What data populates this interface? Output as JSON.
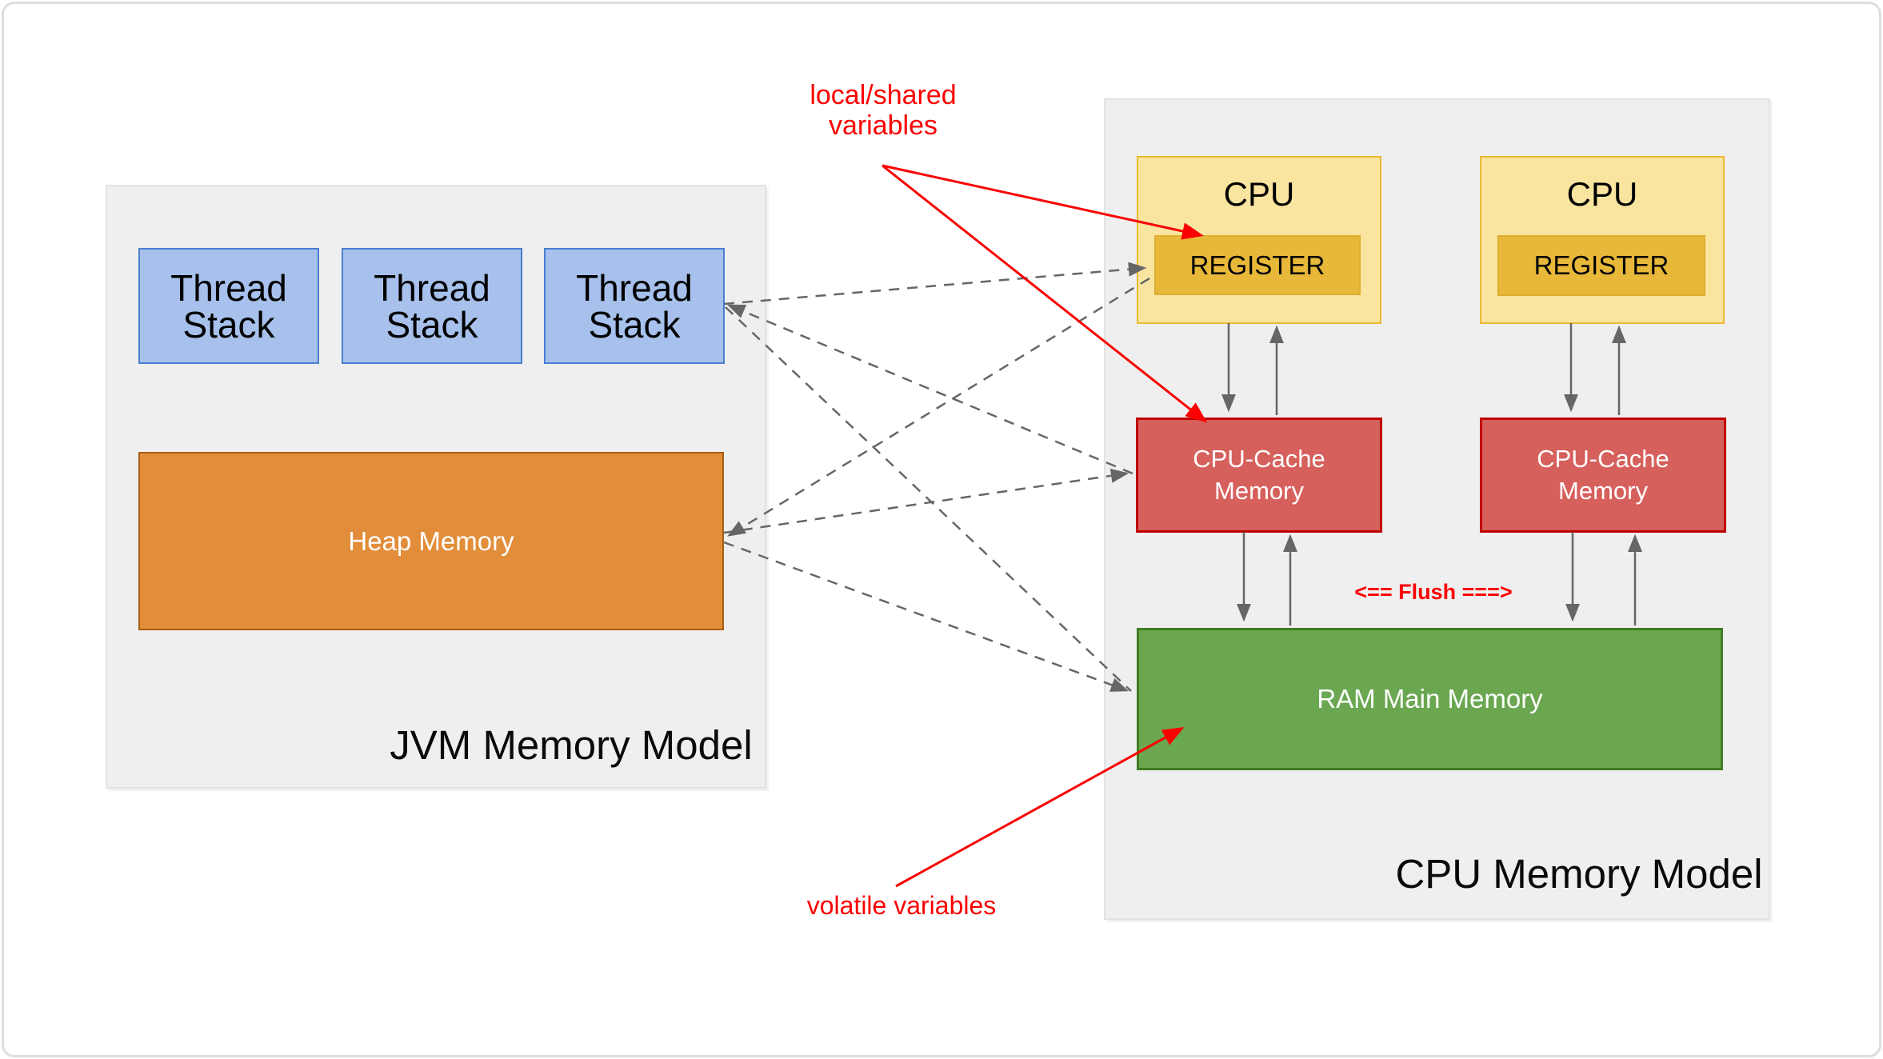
{
  "jvm_panel": {
    "title": "JVM Memory Model",
    "thread_stacks": [
      {
        "label": "Thread Stack"
      },
      {
        "label": "Thread Stack"
      },
      {
        "label": "Thread Stack"
      }
    ],
    "heap_label": "Heap Memory"
  },
  "cpu_panel": {
    "title": "CPU Memory Model",
    "cpus": [
      {
        "label": "CPU",
        "register_label": "REGISTER"
      },
      {
        "label": "CPU",
        "register_label": "REGISTER"
      }
    ],
    "caches": [
      {
        "label": "CPU-Cache Memory"
      },
      {
        "label": "CPU-Cache Memory"
      }
    ],
    "ram_label": "RAM Main Memory",
    "flush_label": "<== Flush ===>"
  },
  "annotations": {
    "local_shared_lines": [
      "local/shared",
      "variables"
    ],
    "volatile_label": "volatile variables"
  },
  "palette": {
    "panel_bg": "#efefef",
    "panel_border": "#e2e2e2",
    "thread_fill": "#a7c1ec",
    "thread_border": "#4a7ed0",
    "heap_fill": "#e28d3a",
    "heap_border": "#a95e12",
    "cpu_fill": "#fae5a0",
    "cpu_border": "#ebb932",
    "register_fill": "#e8b83a",
    "cache_fill": "#d6605c",
    "cache_border": "#c00000",
    "ram_fill": "#6aa750",
    "ram_border": "#3f7d22",
    "arrow_gray": "#666666",
    "annotation_red": "#fb0000"
  }
}
